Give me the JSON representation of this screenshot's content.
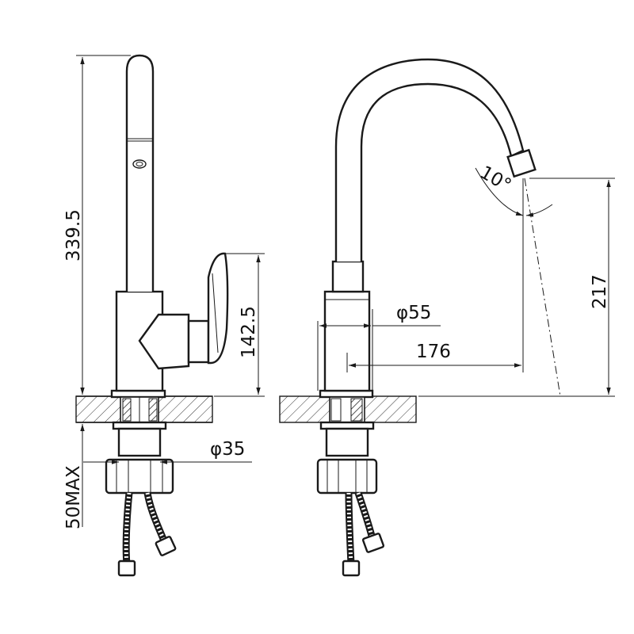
{
  "dimensions": {
    "total_height": "339.5",
    "handle_height": "142.5",
    "base_diameter": "φ55",
    "reach": "176",
    "spout_height": "217",
    "shank_diameter": "φ35",
    "counter_thickness": "50MAX",
    "spray_angle": "10°"
  },
  "colors": {
    "line": "#1a1a1a",
    "background": "#ffffff"
  }
}
